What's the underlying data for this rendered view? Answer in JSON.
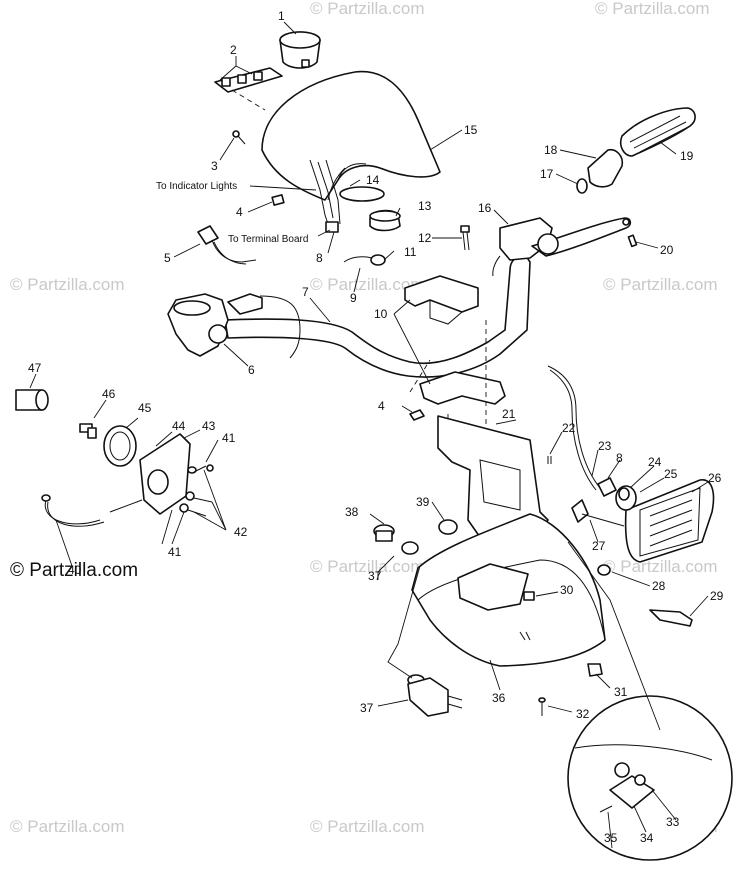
{
  "watermark": {
    "text": "© Partzilla.com",
    "prominent_text": "© Partzilla.com",
    "color": "#c9c9c9"
  },
  "notes": {
    "indicator_lights": "To Indicator  Lights",
    "terminal_board": "To Terminal Board"
  },
  "callouts": [
    "1",
    "2",
    "3",
    "4",
    "5",
    "6",
    "7",
    "8",
    "9",
    "10",
    "11",
    "12",
    "13",
    "14",
    "15",
    "16",
    "17",
    "18",
    "19",
    "20",
    "21",
    "22",
    "23",
    "8",
    "24",
    "25",
    "26",
    "27",
    "28",
    "29",
    "30",
    "31",
    "32",
    "33",
    "34",
    "35",
    "36",
    "37",
    "37",
    "38",
    "39",
    "4",
    "40",
    "41",
    "41",
    "42",
    "43",
    "44",
    "45",
    "46",
    "47"
  ]
}
